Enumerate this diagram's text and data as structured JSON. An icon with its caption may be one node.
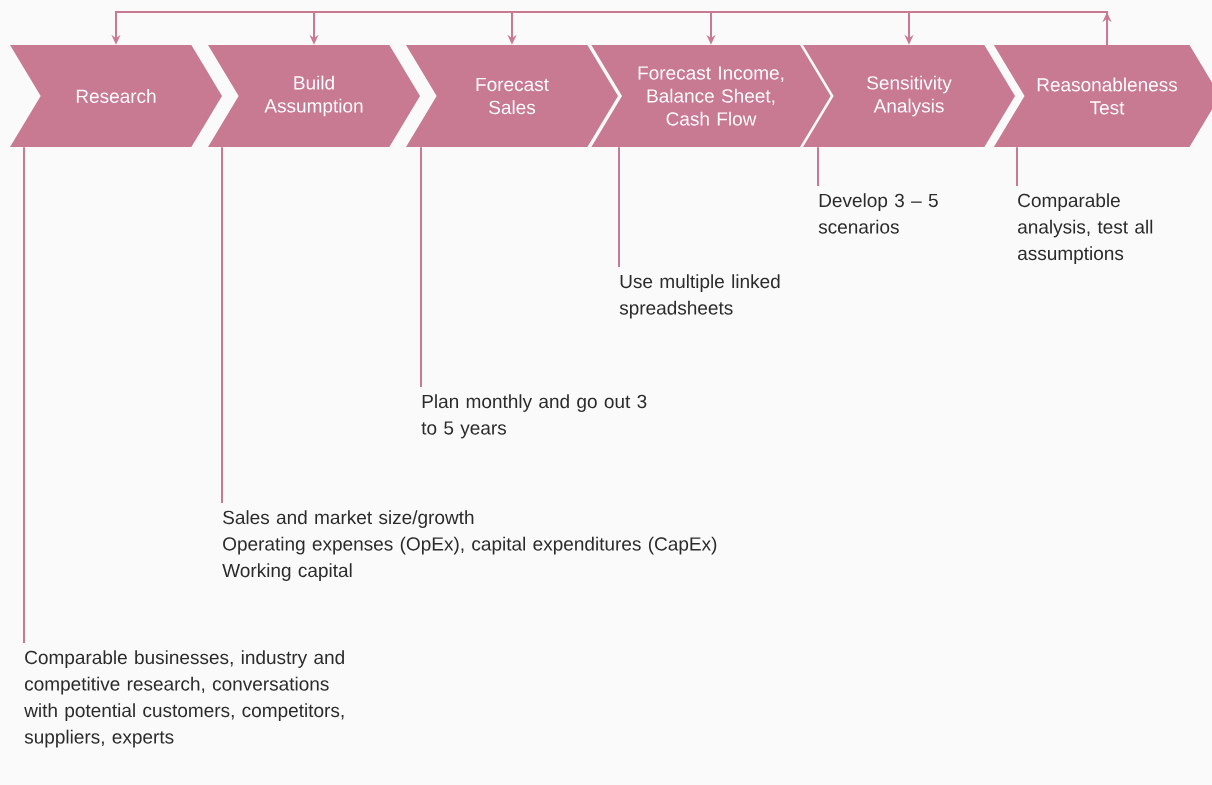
{
  "diagram": {
    "nodes": [
      {
        "text": [
          "Research"
        ]
      },
      {
        "text": [
          "Build Assumption"
        ]
      },
      {
        "text": [
          "Forecast Sales"
        ]
      },
      {
        "text": [
          "Forecast Income, Balance Sheet, Cash Flow"
        ]
      },
      {
        "text": [
          "Sensitivity Analysis"
        ]
      },
      {
        "text": [
          "Reasonableness Test"
        ]
      },
      {
        "text": [
          "Comparable businesses, industry and competitive research, conversations with potential customers, competitors, suppliers, experts"
        ]
      },
      {
        "text": [
          "Sales and market size/growth",
          "Operating expenses (OpEx), capital expenditures (CapEx)",
          "Working capital"
        ]
      },
      {
        "text": [
          "Plan monthly and go out 3 to 5 years"
        ]
      },
      {
        "text": [
          "Use multiple linked spreadsheets"
        ]
      },
      {
        "text": [
          "Develop 3 – 5 scenarios"
        ]
      },
      {
        "text": [
          "Comparable analysis, test all assumptions"
        ]
      }
    ],
    "edges": [
      {
        "from": 5,
        "to": 0,
        "arrow": "to"
      },
      {
        "from": 5,
        "to": 1,
        "arrow": "to"
      },
      {
        "from": 5,
        "to": 2,
        "arrow": "to"
      },
      {
        "from": 5,
        "to": 3,
        "arrow": "to"
      },
      {
        "from": 5,
        "to": 4,
        "arrow": "to"
      },
      {
        "from": 6,
        "to": 0,
        "arrow": "none"
      },
      {
        "from": 7,
        "to": 1,
        "arrow": "none"
      },
      {
        "from": 8,
        "to": 2,
        "arrow": "none"
      },
      {
        "from": 9,
        "to": 3,
        "arrow": "none"
      },
      {
        "from": 10,
        "to": 4,
        "arrow": "none"
      },
      {
        "from": 11,
        "to": 5,
        "arrow": "none"
      }
    ]
  }
}
